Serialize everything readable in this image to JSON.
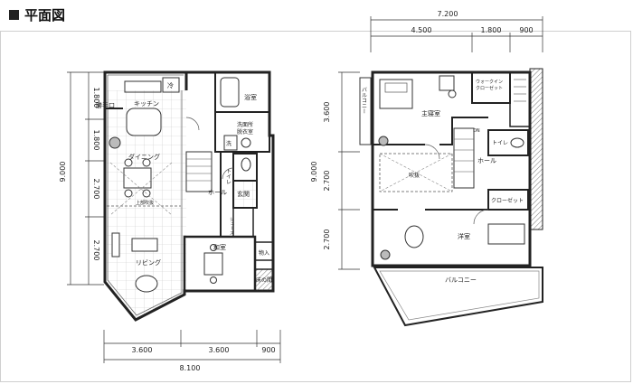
{
  "title": "平面図",
  "dims": {
    "left_vertical": [
      "1.800",
      "1.800",
      "2.700",
      "2.700"
    ],
    "left_total": "9.000",
    "left_bottom": [
      "3.600",
      "3.600",
      "900"
    ],
    "left_bottom_total": "8.100",
    "right_vertical": [
      "3.600",
      "2.700",
      "2.700"
    ],
    "right_total": "9.000",
    "right_top": [
      "4.500",
      "1.800",
      "900"
    ],
    "right_top_total": "7.200"
  },
  "floor1": {
    "kitchen": "キッチン",
    "fridge": "冷",
    "back_door": "勝手口",
    "bath": "浴室",
    "washroom": "洗面所\n脱衣室",
    "washer": "洗",
    "dining": "ダイニング",
    "hall": "ホール",
    "entrance": "玄関",
    "toilet": "トイレ",
    "shoe_closet": "シューズクローク",
    "japanese_room": "和室",
    "storage": "物入",
    "tokonoma": "床の間",
    "living": "リビング",
    "ceiling_note": "上部吹抜"
  },
  "floor2": {
    "balcony_top": "バルコニー",
    "master_bedroom": "主寝室",
    "walkin_closet": "ウォークイン\nクローゼット",
    "dn": "DN",
    "toilet": "トイレ",
    "hall": "ホール",
    "stairwell": "吹抜",
    "closet": "クローゼット",
    "western_room": "洋室",
    "balcony_bottom": "バルコニー"
  }
}
